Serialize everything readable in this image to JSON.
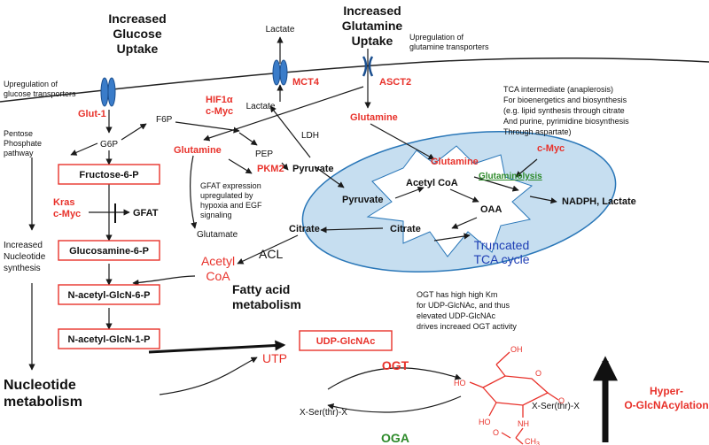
{
  "labels": {
    "glucose_uptake": [
      "Increased",
      "Glucose",
      "Uptake"
    ],
    "glutamine_uptake": [
      "Increased",
      "Glutamine",
      "Uptake"
    ],
    "glutamine_transporters": [
      "Upregulation of",
      "glutamine transporters"
    ],
    "glucose_transporters": [
      "Upregulation of",
      "glucose transporters"
    ],
    "lactate_top": "Lactate",
    "lactate_mid": "Lactate",
    "mct4": "MCT4",
    "asct2": "ASCT2",
    "glut1": "Glut-1",
    "hif1a": "HIF1α",
    "cmyc_top": "c-Myc",
    "f6p": "F6P",
    "g6p": "G6P",
    "pentose": [
      "Pentose",
      "Phosphate",
      "pathway"
    ],
    "glutamine_red_right": "Glutamine",
    "glutamine_red_left": "Glutamine",
    "glutamine_red_cycle": "Glutamine",
    "pep": "PEP",
    "pkm2": "PKM2",
    "pyruvate": "Pyruvate",
    "ldh": "LDH",
    "tca_note": [
      "TCA intermediate (anaplerosis)",
      "For bioenergetics and biosynthesis",
      "(e.g. lipid synthesis through citrate",
      "And purine, pyrimidine biosynthesis",
      "Through aspartate)"
    ],
    "cmyc_right": "c-Myc",
    "glutaminolysis": "Glutaminolysis",
    "nadph_lactate": "NADPH, Lactate",
    "pyruvate_cycle": "Pyruvate",
    "acetyl_coa_cycle": "Acetyl CoA",
    "oaa": "OAA",
    "citrate_cycle": "Citrate",
    "citrate_out": "Citrate",
    "truncated": [
      "Truncated",
      "TCA cycle"
    ],
    "fructose6p": "Fructose-6-P",
    "kras": "Kras",
    "cmyc_left": "c-Myc",
    "gfat": "GFAT",
    "gfat_note": [
      "GFAT expression",
      "upregulated by",
      "hypoxia and EGF",
      "signaling"
    ],
    "glutamate": "Glutamate",
    "acl": "ACL",
    "acetyl_coa_red": [
      "Acetyl",
      "CoA"
    ],
    "glucosamine6p": "Glucosamine-6-P",
    "increased_nucleotide": [
      "Increased",
      "Nucleotide",
      "synthesis"
    ],
    "fatty_acid": [
      "Fatty acid",
      "metabolism"
    ],
    "nacetyl6p": "N-acetyl-GlcN-6-P",
    "nacetyl1p": "N-acetyl-GlcN-1-P",
    "ogt_note": [
      "OGT has high high Km",
      "for UDP-GlcNAc, and thus",
      "elevated UDP-GlcNAc",
      "drives increaed OGT activity"
    ],
    "udp_glcnac": "UDP-GlcNAc",
    "utp": "UTP",
    "nucleotide_metabolism": [
      "Nucleotide",
      "metabolism"
    ],
    "ogt": "OGT",
    "oga": "OGA",
    "xser_left": "X-Ser(thr)-X",
    "xser_right": "X-Ser(thr)-X",
    "hyper": [
      "Hyper-",
      "O-GlcNAcylation"
    ],
    "sugar_atoms": {
      "oh_top": "OH",
      "ho_left": "HO",
      "ho_bottom": "HO",
      "o_ring": "O",
      "o_link": "O",
      "nh": "NH",
      "o_acetyl": "O",
      "ch3": "CH",
      "sub3": "3"
    }
  },
  "colors": {
    "accent_red": "#e8322b",
    "tca_fill": "#c6def0",
    "tca_stroke": "#2a77b8",
    "transporter_blue": "#3a7cc9",
    "truncated_text": "#1f3fb5",
    "oga_green": "#2d8a2a"
  }
}
